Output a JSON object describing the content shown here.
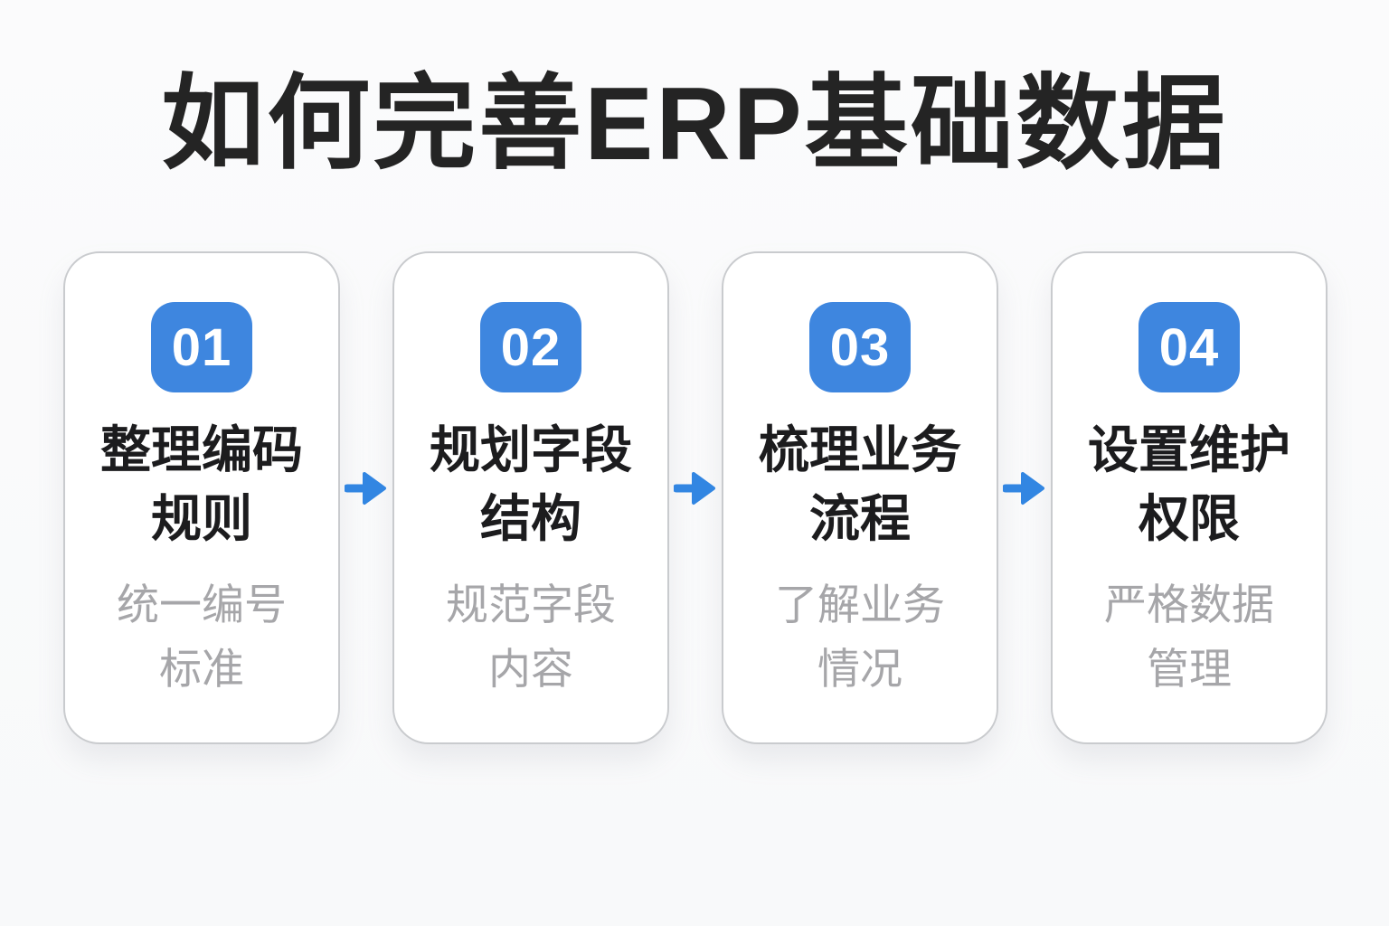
{
  "title": "如何完善ERP基础数据",
  "steps": [
    {
      "number": "01",
      "title_lines": [
        "整理编码",
        "规则"
      ],
      "desc_lines": [
        "统一编号",
        "标准"
      ]
    },
    {
      "number": "02",
      "title_lines": [
        "规划字段",
        "结构"
      ],
      "desc_lines": [
        "规范字段",
        "内容"
      ]
    },
    {
      "number": "03",
      "title_lines": [
        "梳理业务",
        "流程"
      ],
      "desc_lines": [
        "了解业务",
        "情况"
      ]
    },
    {
      "number": "04",
      "title_lines": [
        "设置维护",
        "权限"
      ],
      "desc_lines": [
        "严格数据",
        "管理"
      ]
    }
  ],
  "icons": {
    "between_steps": "arrow-right-icon"
  },
  "colors": {
    "accent_blue": "#3E86DF",
    "arrow_blue": "#3286E2",
    "title_text": "#242424",
    "card_title_text": "#1C1C1E",
    "card_desc_text": "#A6A6A9",
    "card_border": "#C9CBCE",
    "card_background": "#FFFFFF",
    "page_background": "#FAFAFB"
  }
}
